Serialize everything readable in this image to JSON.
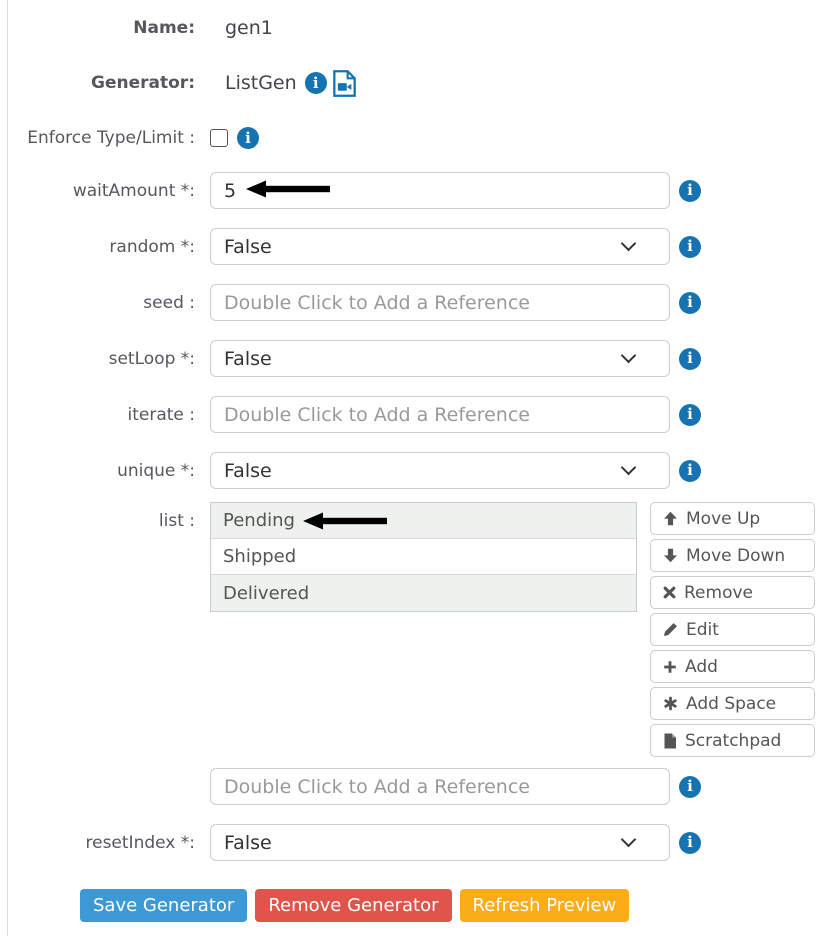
{
  "form": {
    "name": {
      "label": "Name:",
      "value": "gen1"
    },
    "generator": {
      "label": "Generator:",
      "value": "ListGen"
    },
    "enforce": {
      "label": "Enforce Type/Limit :",
      "checked": false
    },
    "fields": [
      {
        "key": "waitAmount",
        "label": "waitAmount *:",
        "type": "text",
        "value": "5",
        "placeholder": "",
        "annotated": true
      },
      {
        "key": "random",
        "label": "random *:",
        "type": "select",
        "value": "False"
      },
      {
        "key": "seed",
        "label": "seed :",
        "type": "text",
        "value": "",
        "placeholder": "Double Click to Add a Reference"
      },
      {
        "key": "setLoop",
        "label": "setLoop *:",
        "type": "select",
        "value": "False"
      },
      {
        "key": "iterate",
        "label": "iterate :",
        "type": "text",
        "value": "",
        "placeholder": "Double Click to Add a Reference"
      },
      {
        "key": "unique",
        "label": "unique *:",
        "type": "select",
        "value": "False"
      }
    ],
    "list": {
      "label": "list :",
      "items": [
        {
          "text": "Pending",
          "annotated": true
        },
        {
          "text": "Shipped"
        },
        {
          "text": "Delivered"
        }
      ],
      "buttons": [
        {
          "icon": "arrow-up-icon",
          "label": "Move Up"
        },
        {
          "icon": "arrow-down-icon",
          "label": "Move Down"
        },
        {
          "icon": "x-icon",
          "label": "Remove"
        },
        {
          "icon": "pencil-icon",
          "label": "Edit"
        },
        {
          "icon": "plus-icon",
          "label": "Add"
        },
        {
          "icon": "asterisk-icon",
          "label": "Add Space"
        },
        {
          "icon": "file-icon",
          "label": "Scratchpad"
        }
      ]
    },
    "reference": {
      "label": "",
      "value": "",
      "placeholder": "Double Click to Add a Reference"
    },
    "resetIndex": {
      "label": "resetIndex *:",
      "type": "select",
      "value": "False"
    },
    "actions": [
      {
        "label": "Save Generator",
        "color": "#3d99d5"
      },
      {
        "label": "Remove Generator",
        "color": "#e0544b"
      },
      {
        "label": "Refresh Preview",
        "color": "#fbad18"
      }
    ]
  },
  "icons": {
    "info_glyph": "i"
  },
  "colors": {
    "info_blue": "#1673b1",
    "list_alt_bg": "#eef2ee",
    "save_blue": "#3d99d5",
    "remove_red": "#e0544b",
    "refresh_orange": "#fbad18"
  }
}
